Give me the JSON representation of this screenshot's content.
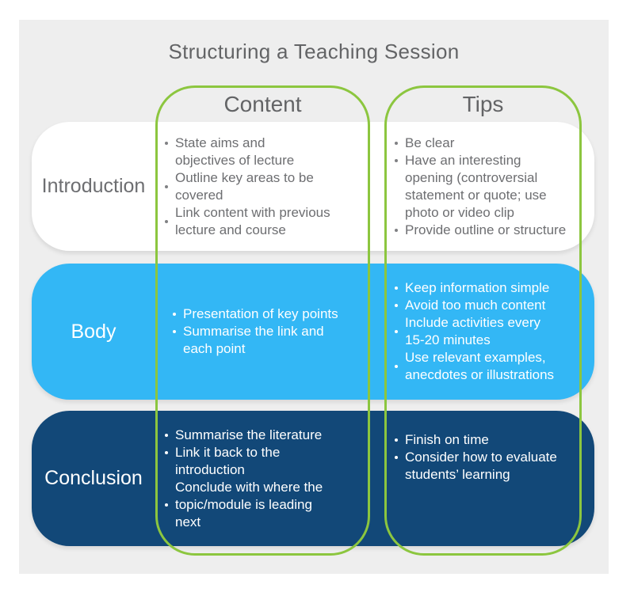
{
  "title": "Structuring a Teaching Session",
  "columns": [
    {
      "id": "content",
      "label": "Content"
    },
    {
      "id": "tips",
      "label": "Tips"
    }
  ],
  "rows": [
    {
      "label": "Introduction",
      "content": [
        {
          "text": "State aims and\nobjectives of lecture",
          "marker": "top"
        },
        {
          "text": "Outline key areas to be\ncovered",
          "marker": "center"
        },
        {
          "text": "Link content with previous\nlecture and course",
          "marker": "center"
        }
      ],
      "tips": [
        {
          "text": "Be clear",
          "marker": "top"
        },
        {
          "text": "Have an interesting\nopening (controversial\nstatement or quote; use\nphoto or video clip",
          "marker": "top"
        },
        {
          "text": "Provide outline or structure",
          "marker": "top"
        }
      ]
    },
    {
      "label": "Body",
      "content": [
        {
          "text": "Presentation of key points",
          "marker": "top"
        },
        {
          "text": "Summarise the link and\neach point",
          "marker": "top"
        }
      ],
      "tips": [
        {
          "text": "Keep information simple",
          "marker": "top"
        },
        {
          "text": "Avoid too much content",
          "marker": "top"
        },
        {
          "text": "Include activities every\n15-20 minutes",
          "marker": "center"
        },
        {
          "text": "Use relevant examples,\nanecdotes or illustrations",
          "marker": "center"
        }
      ]
    },
    {
      "label": "Conclusion",
      "content": [
        {
          "text": "Summarise the literature",
          "marker": "top"
        },
        {
          "text": "Link it back to the\nintroduction",
          "marker": "top"
        },
        {
          "text": "Conclude with where the\ntopic/module is leading\nnext",
          "marker": "center"
        }
      ],
      "tips": [
        {
          "text": "Finish on time",
          "marker": "top"
        },
        {
          "text": "Consider how to evaluate\nstudents’ learning",
          "marker": "top"
        }
      ]
    }
  ],
  "colors": {
    "panel_bg": "#EEEEEE",
    "accent_green": "#8CC63F",
    "row_body_blue": "#33B7F5",
    "row_conclusion_navy": "#124878",
    "title_gray": "#636466",
    "intro_text_gray": "#6D6E71"
  }
}
